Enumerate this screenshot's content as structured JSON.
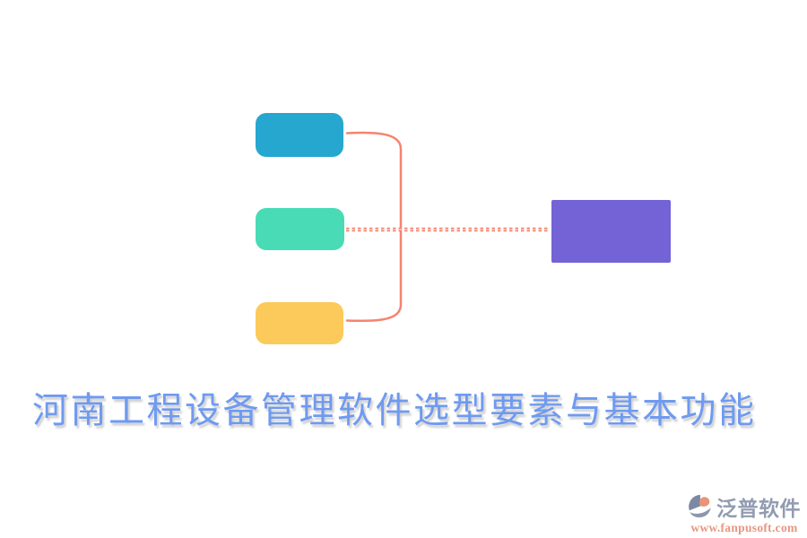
{
  "page": {
    "background": "#ffffff"
  },
  "title": {
    "text": "河南工程设备管理软件选型要素与基本功能",
    "color": "#6F9AF0"
  },
  "mindmap": {
    "nodes": {
      "top": {
        "color": "#26A7CF"
      },
      "middle": {
        "color": "#49DBB6"
      },
      "bottom": {
        "color": "#FCC95B"
      },
      "right": {
        "color": "#7363D6"
      }
    },
    "connector": {
      "color": "#F4846F"
    }
  },
  "watermark": {
    "brand": "泛普软件",
    "url": "www.fanpusoft.com",
    "brand_color": "#929CB0",
    "url_color": "#E8957F",
    "logo_colors": {
      "primary": "#7D89A3",
      "accent": "#E89478",
      "secondary": "#8C97AD"
    }
  }
}
